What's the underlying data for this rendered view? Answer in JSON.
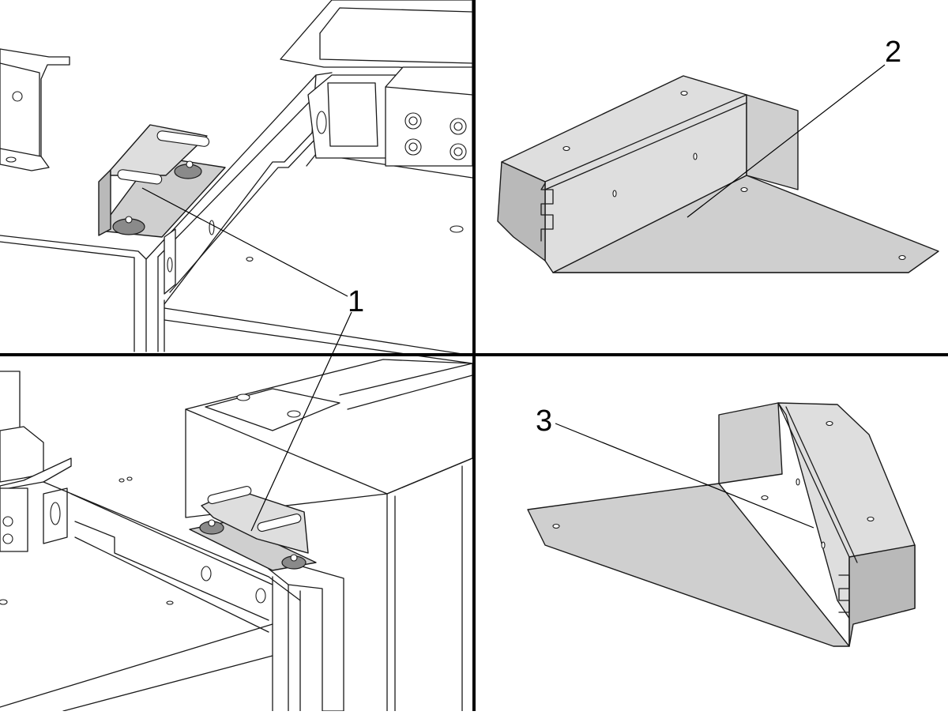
{
  "callouts": {
    "part_1": "1",
    "part_2": "2",
    "part_3": "3"
  },
  "colors": {
    "line": "#1a1a1a",
    "bracket_fill": "#cfcfcf",
    "foot_fill": "#8a8a8a",
    "background": "#ffffff"
  }
}
